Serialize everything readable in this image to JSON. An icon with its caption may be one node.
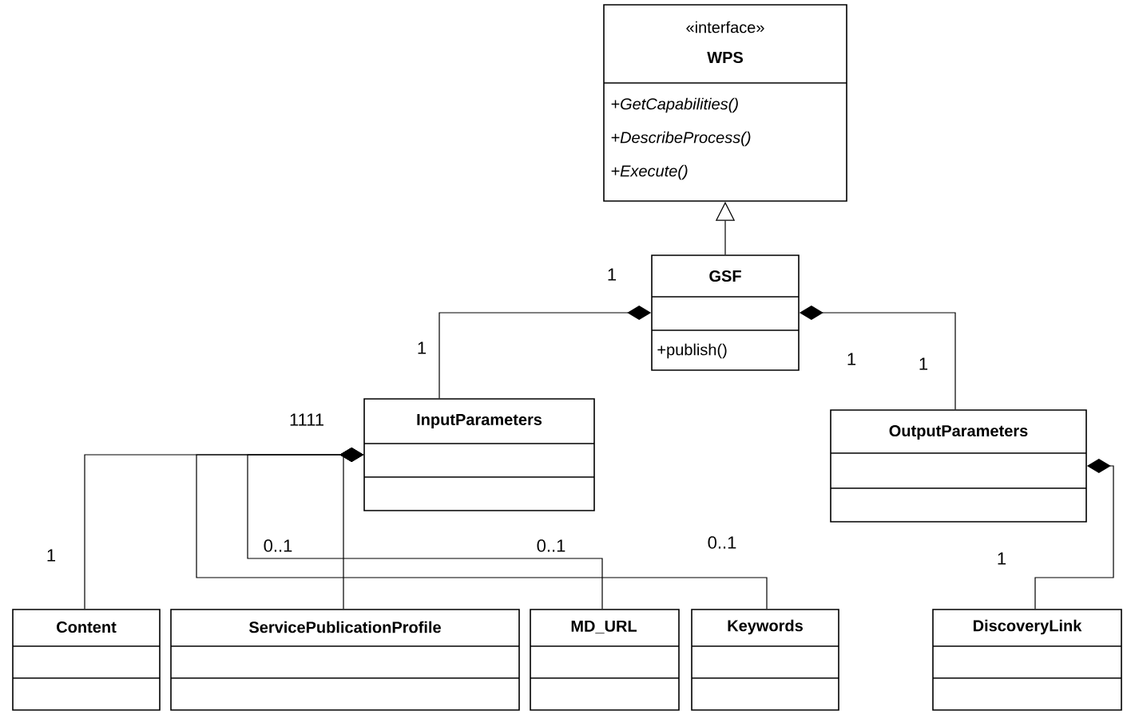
{
  "diagram": {
    "nodes": [
      {
        "text": [
          "«interface»",
          "WPS",
          "+GetCapabilities()",
          "+DescribeProcess()",
          "+Execute()"
        ]
      },
      {
        "text": [
          "GSF",
          "+publish()"
        ]
      },
      {
        "text": [
          "InputParameters"
        ]
      },
      {
        "text": [
          "OutputParameters"
        ]
      },
      {
        "text": [
          "Content"
        ]
      },
      {
        "text": [
          "ServicePublicationProfile"
        ]
      },
      {
        "text": [
          "MD_URL"
        ]
      },
      {
        "text": [
          "Keywords"
        ]
      },
      {
        "text": [
          "DiscoveryLink"
        ]
      }
    ],
    "edges": [
      {
        "from": 1,
        "to": 0,
        "arrow": "to"
      },
      {
        "from": 1,
        "to": 2,
        "arrow": "other"
      },
      {
        "from": 1,
        "to": 3,
        "arrow": "other"
      },
      {
        "from": 2,
        "to": 4,
        "arrow": "other"
      },
      {
        "from": 2,
        "to": 5,
        "arrow": "other"
      },
      {
        "from": 2,
        "to": 6,
        "arrow": "other"
      },
      {
        "from": 2,
        "to": 7,
        "arrow": "other"
      },
      {
        "from": 3,
        "to": 8,
        "arrow": "other"
      }
    ],
    "labels": [
      "1",
      "1",
      "1",
      "1",
      "1111",
      "1",
      "0..1",
      "0..1",
      "0..1",
      "1"
    ]
  }
}
